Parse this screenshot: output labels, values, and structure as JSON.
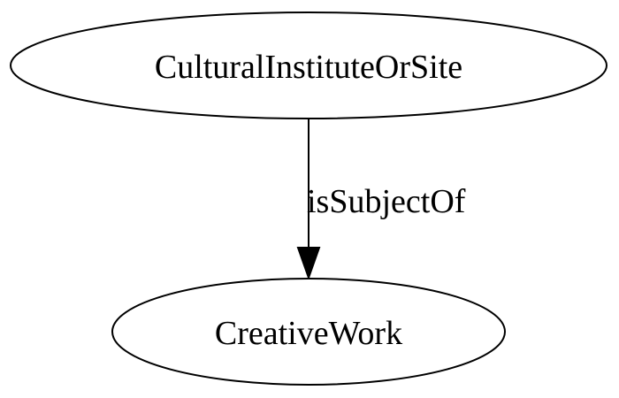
{
  "graph": {
    "nodes": [
      {
        "id": "CulturalInstituteOrSite",
        "label": "CulturalInstituteOrSite"
      },
      {
        "id": "CreativeWork",
        "label": "CreativeWork"
      }
    ],
    "edges": [
      {
        "from": "CulturalInstituteOrSite",
        "to": "CreativeWork",
        "label": "isSubjectOf"
      }
    ]
  }
}
